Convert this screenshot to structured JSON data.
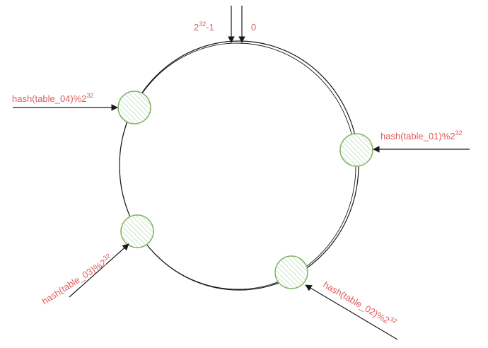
{
  "colors": {
    "text": "#e05a5a",
    "stroke": "#1a1a1a",
    "node_stroke": "#82b366",
    "node_fill": "#d5e8d4"
  },
  "ring": {
    "max_label_base": "2",
    "max_label_exp": "32",
    "max_label_suffix": "-1",
    "zero_label": "0"
  },
  "nodes": [
    {
      "prefix": "hash(table_01)%2",
      "exp": "32"
    },
    {
      "prefix": "hash(table_02)%2",
      "exp": "32"
    },
    {
      "prefix": "hash(table_03)%2",
      "exp": "32"
    },
    {
      "prefix": "hash(table_04)%2",
      "exp": "32"
    }
  ]
}
